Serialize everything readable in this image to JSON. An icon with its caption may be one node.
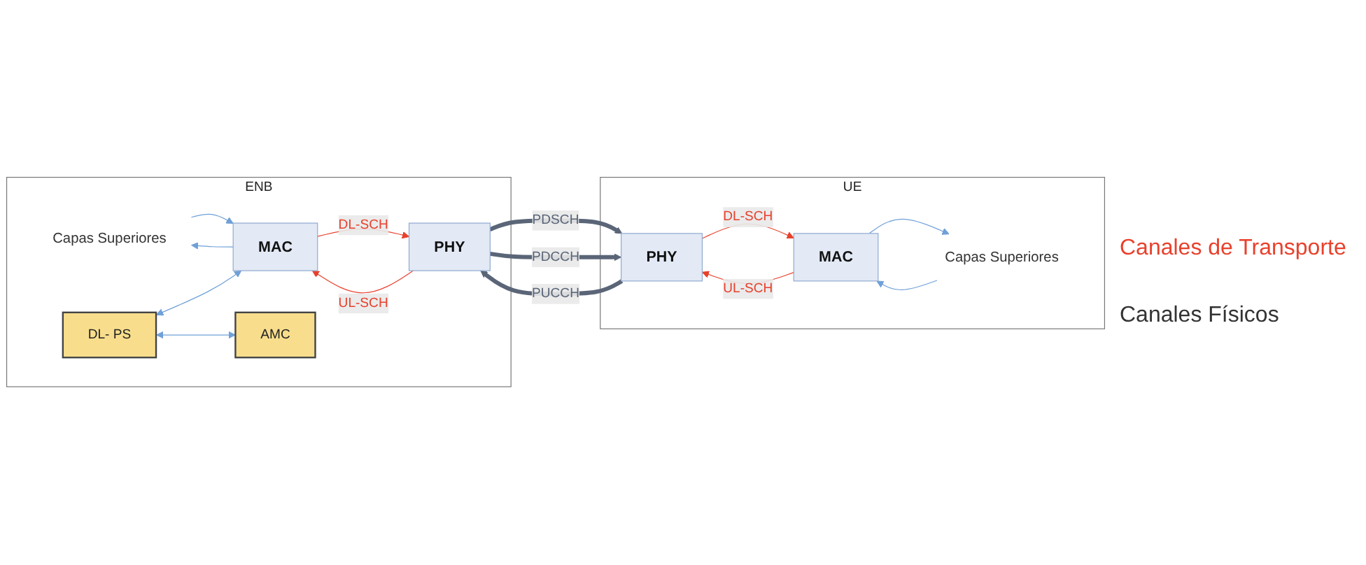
{
  "diagram": {
    "nodes": [
      {
        "text": [
          "ENB"
        ]
      },
      {
        "text": [
          "Capas Superiores"
        ],
        "in": 0
      },
      {
        "text": [
          "MAC"
        ],
        "in": 0
      },
      {
        "text": [
          "PHY"
        ],
        "in": 0
      },
      {
        "text": [
          "DL- PS"
        ],
        "in": 0
      },
      {
        "text": [
          "AMC"
        ],
        "in": 0
      },
      {
        "text": [
          "UE"
        ]
      },
      {
        "text": [
          "Capas Superiores"
        ],
        "in": 6
      },
      {
        "text": [
          "MAC"
        ],
        "in": 6
      },
      {
        "text": [
          "PHY"
        ],
        "in": 6
      }
    ],
    "edges": [
      {
        "from": 1,
        "to": 2,
        "arrow": "to"
      },
      {
        "from": 2,
        "to": 1,
        "arrow": "to"
      },
      {
        "from": 2,
        "to": 3,
        "arrow": "to",
        "label": "DL-SCH",
        "color": "#e8412c"
      },
      {
        "from": 3,
        "to": 2,
        "arrow": "to",
        "label": "UL-SCH",
        "color": "#e8412c"
      },
      {
        "from": 4,
        "to": 2,
        "arrow": "both"
      },
      {
        "from": 4,
        "to": 5,
        "arrow": "both"
      },
      {
        "from": 7,
        "to": 8,
        "arrow": "to"
      },
      {
        "from": 8,
        "to": 7,
        "arrow": "to"
      },
      {
        "from": 8,
        "to": 9,
        "arrow": "to",
        "label": "UL-SCH",
        "color": "#e8412c"
      },
      {
        "from": 9,
        "to": 8,
        "arrow": "to",
        "label": "DL-SCH",
        "color": "#e8412c"
      },
      {
        "from": 9,
        "to": 3,
        "arrow": "to",
        "label": "PUCCH",
        "style": "thick",
        "color": "#5a6577"
      },
      {
        "from": 3,
        "to": 9,
        "arrow": "to",
        "label": "PDSCH",
        "style": "thick",
        "color": "#5a6577"
      },
      {
        "from": 3,
        "to": 9,
        "arrow": "to",
        "label": "PDCCH",
        "style": "thick",
        "color": "#5a6577"
      }
    ],
    "labels": [
      "Canales de Transporte",
      "Canales Físicos"
    ]
  }
}
